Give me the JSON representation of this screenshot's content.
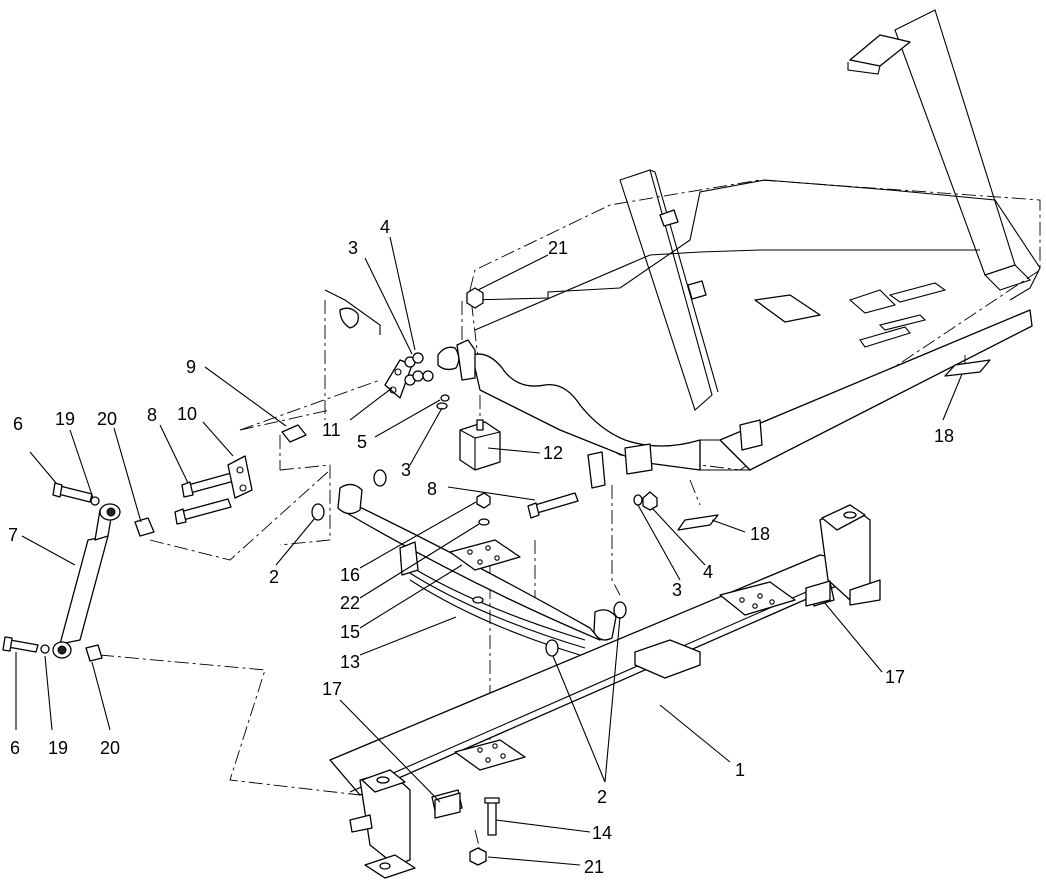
{
  "callouts": [
    {
      "id": "c-1",
      "text": "1"
    },
    {
      "id": "c-2a",
      "text": "2"
    },
    {
      "id": "c-2b",
      "text": "2"
    },
    {
      "id": "c-3a",
      "text": "3"
    },
    {
      "id": "c-3b",
      "text": "3"
    },
    {
      "id": "c-3c",
      "text": "3"
    },
    {
      "id": "c-4a",
      "text": "4"
    },
    {
      "id": "c-4b",
      "text": "4"
    },
    {
      "id": "c-5",
      "text": "5"
    },
    {
      "id": "c-6a",
      "text": "6"
    },
    {
      "id": "c-6b",
      "text": "6"
    },
    {
      "id": "c-7",
      "text": "7"
    },
    {
      "id": "c-8a",
      "text": "8"
    },
    {
      "id": "c-8b",
      "text": "8"
    },
    {
      "id": "c-9",
      "text": "9"
    },
    {
      "id": "c-10",
      "text": "10"
    },
    {
      "id": "c-11",
      "text": "11"
    },
    {
      "id": "c-12",
      "text": "12"
    },
    {
      "id": "c-13",
      "text": "13"
    },
    {
      "id": "c-14",
      "text": "14"
    },
    {
      "id": "c-15",
      "text": "15"
    },
    {
      "id": "c-16",
      "text": "16"
    },
    {
      "id": "c-17a",
      "text": "17"
    },
    {
      "id": "c-17b",
      "text": "17"
    },
    {
      "id": "c-18a",
      "text": "18"
    },
    {
      "id": "c-18b",
      "text": "18"
    },
    {
      "id": "c-19a",
      "text": "19"
    },
    {
      "id": "c-19b",
      "text": "19"
    },
    {
      "id": "c-20a",
      "text": "20"
    },
    {
      "id": "c-20b",
      "text": "20"
    },
    {
      "id": "c-21a",
      "text": "21"
    },
    {
      "id": "c-21b",
      "text": "21"
    },
    {
      "id": "c-22",
      "text": "22"
    }
  ]
}
